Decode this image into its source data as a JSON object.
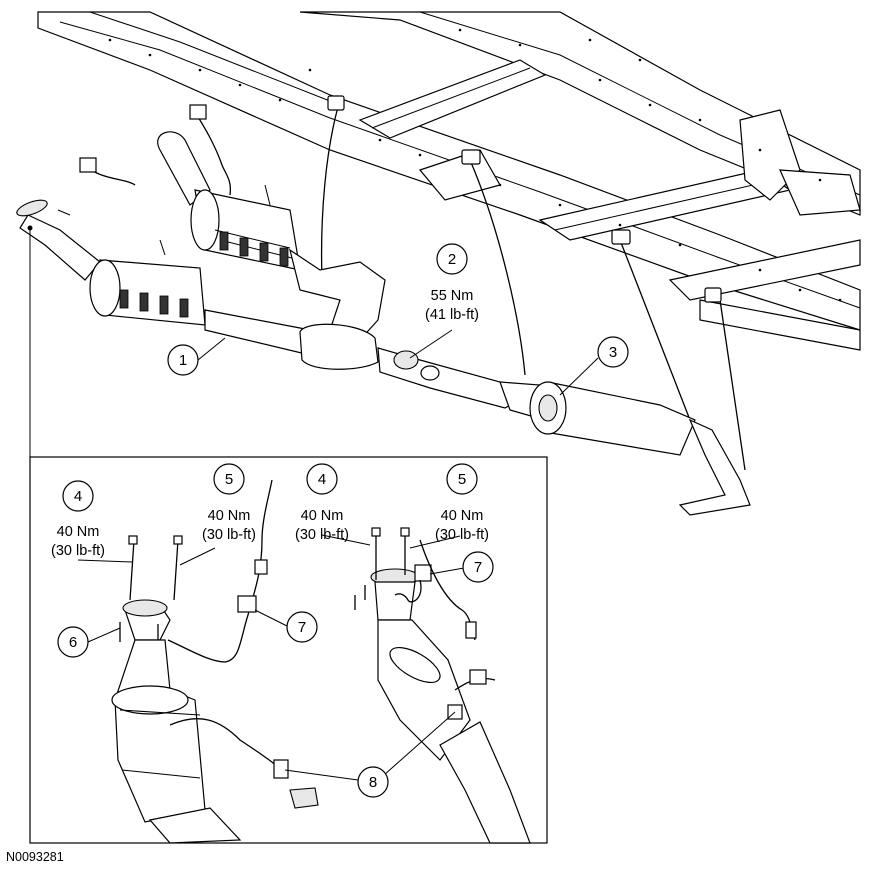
{
  "figure_id": "N0093281",
  "callouts": [
    {
      "number": "1"
    },
    {
      "number": "2",
      "torque_nm": "55 Nm",
      "torque_lbft": "(41 lb-ft)"
    },
    {
      "number": "3"
    },
    {
      "number": "4",
      "torque_nm": "40 Nm",
      "torque_lbft": "(30 lb-ft)"
    },
    {
      "number": "5",
      "torque_nm": "40 Nm",
      "torque_lbft": "(30 lb-ft)"
    },
    {
      "number": "4",
      "torque_nm": "40 Nm",
      "torque_lbft": "(30 lb-ft)"
    },
    {
      "number": "5",
      "torque_nm": "40 Nm",
      "torque_lbft": "(30 lb-ft)"
    },
    {
      "number": "7"
    },
    {
      "number": "7"
    },
    {
      "number": "6"
    },
    {
      "number": "8"
    }
  ]
}
